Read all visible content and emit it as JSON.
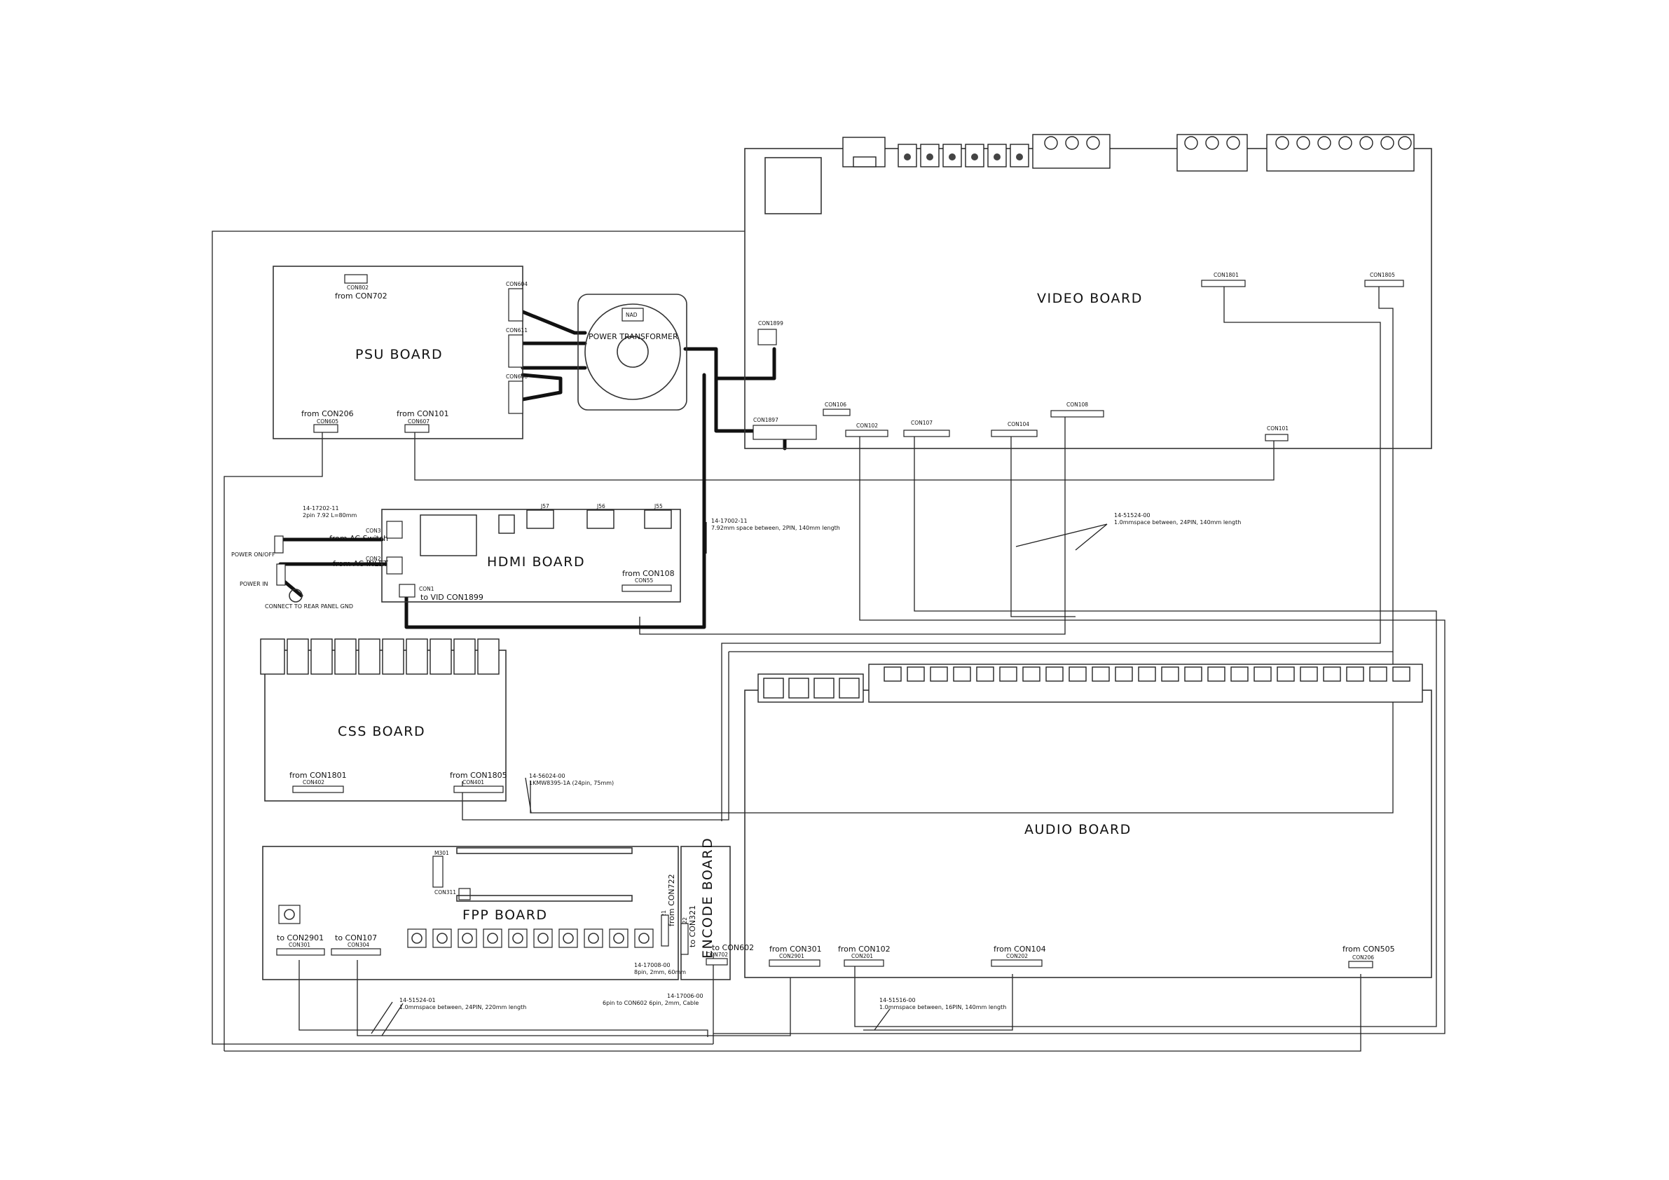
{
  "boards": {
    "video": "VIDEO BOARD",
    "psu": "PSU BOARD",
    "hdmi": "HDMI BOARD",
    "css": "CSS BOARD",
    "audio": "AUDIO BOARD",
    "fpp": "FPP BOARD",
    "encode": "ENCODE BOARD"
  },
  "transformer": {
    "label": "POWER TRANSFORMER",
    "badge": "NAD"
  },
  "psu": {
    "from_con702": "from CON702",
    "con702_id": "CON802",
    "from_con206": "from CON206",
    "con206_id": "CON605",
    "from_con101": "from CON101",
    "con101_id": "CON607",
    "con_upper": "CON604",
    "con_mid": "CON611",
    "con_lower": "CON608"
  },
  "video": {
    "con1899": "CON1899",
    "con1897": "CON1897",
    "con106": "CON106",
    "con102": "CON102",
    "con107": "CON107",
    "con104": "CON104",
    "con108": "CON108",
    "con101": "CON101",
    "con1801": "CON1801",
    "con1805": "CON1805"
  },
  "hdmi": {
    "j57": "J57",
    "j56": "J56",
    "j55": "J55",
    "from_ac_switch": "from AC Switch",
    "from_ac_inlet": "from AC INLET",
    "to_vid_con1899": "to VID CON1899",
    "from_con108": "from CON108",
    "con55": "CON55",
    "con_a": "CON3",
    "con_b": "CON2",
    "con_c": "CON1"
  },
  "power_front": {
    "cable_code": "14-17202-11",
    "cable_desc": "2pin 7.92 L=80mm",
    "power_onoff": "POWER ON/OFF",
    "power_in": "POWER IN",
    "ground_note": "CONNECT TO REAR PANEL GND"
  },
  "annotations": {
    "hdmi_power_code": "14-17002-11",
    "hdmi_power_desc": "7.92mm space between, 2PIN, 140mm length",
    "video_audio_code": "14-51524-00",
    "video_audio_desc": "1.0mmspace between, 24PIN, 140mm length",
    "css_code": "14-56024-00",
    "css_desc": "1KMW8395-1A (24pin, 75mm)",
    "fpp_audio_code": "14-51524-01",
    "fpp_audio_desc": "1.0mmspace between, 24PIN, 220mm length",
    "encode_code": "14-17008-00",
    "encode_desc": "8pin, 2mm, 60mm",
    "con602_code": "14-17006-00",
    "con602_desc": "6pin to CON602 6pin, 2mm, Cable",
    "audio_code": "14-51516-00",
    "audio_desc": "1.0mmspace between, 16PIN, 140mm length"
  },
  "css": {
    "from_con1801": "from CON1801",
    "con402": "CON402",
    "from_con1805": "from CON1805",
    "con401": "CON401"
  },
  "fpp": {
    "to_con2901": "to CON2901",
    "con301": "CON301",
    "to_con107": "to CON107",
    "con304": "CON304",
    "m301": "M301",
    "con311": "CON311"
  },
  "encode": {
    "from_con722": "from CON722",
    "to_con321": "to CON321",
    "to_con602": "to CON602",
    "con321": "CON321",
    "con722": "CON722",
    "con702": "CON702"
  },
  "audio": {
    "from_con301": "from CON301",
    "con2901": "CON2901",
    "from_con102": "from CON102",
    "con201": "CON201",
    "from_con104": "from CON104",
    "con202": "CON202",
    "from_con505": "from CON505",
    "con206": "CON206"
  }
}
